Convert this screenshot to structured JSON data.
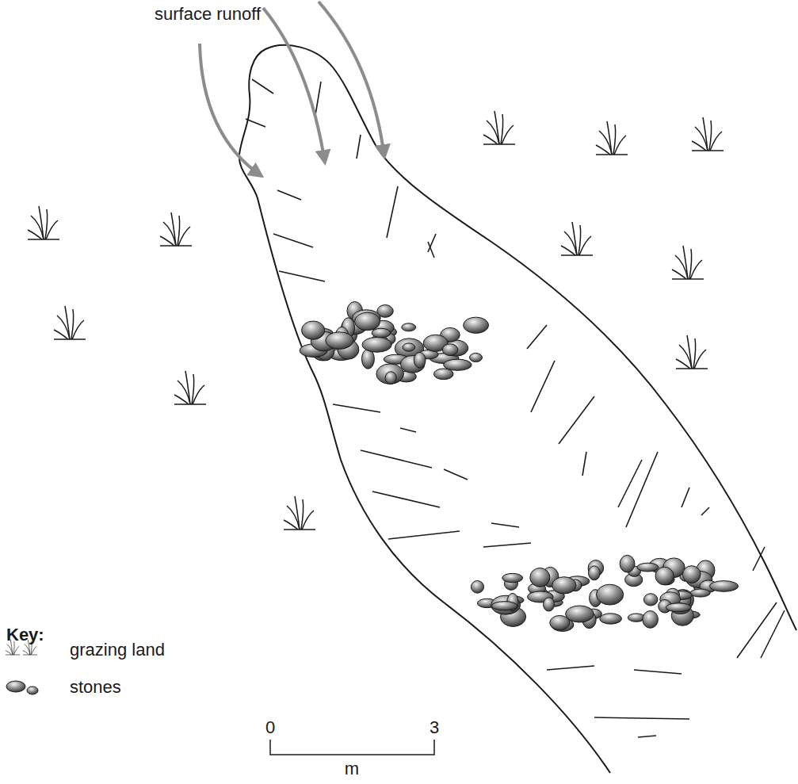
{
  "diagram": {
    "labels": [
      "surface runoff",
      "Key:",
      "0",
      "3",
      "m"
    ],
    "legend": [
      {
        "text": "grazing land"
      },
      {
        "text": "stones"
      }
    ]
  }
}
